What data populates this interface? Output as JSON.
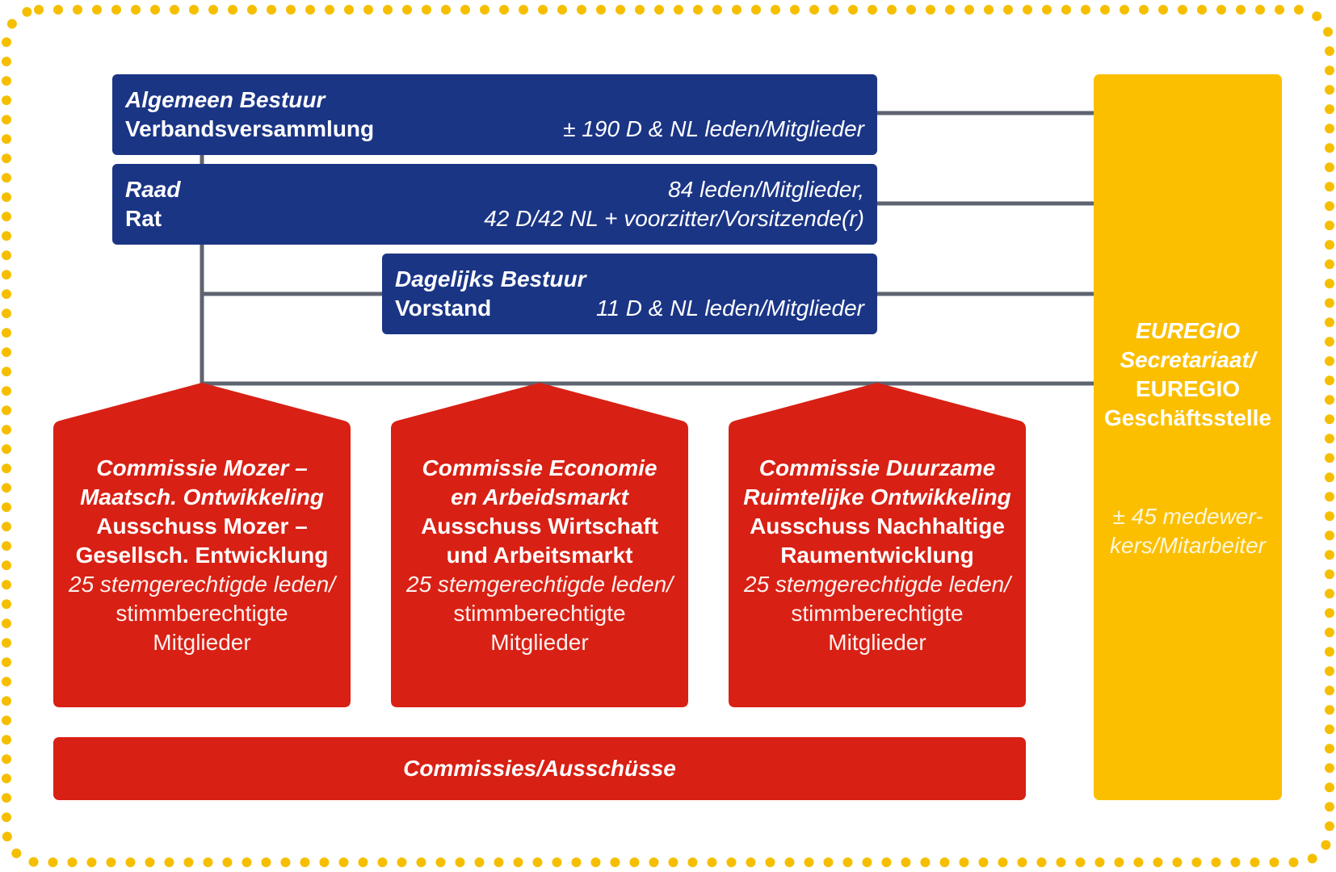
{
  "colors": {
    "governance_blue": "#1b3585",
    "commission_red": "#d82014",
    "secretariat_yellow": "#fbbf00",
    "connector_gray": "#5e6370",
    "dotted_border": "#f5bf00"
  },
  "algemeen_bestuur": {
    "title_nl": "Algemeen Bestuur",
    "title_de": "Verbandsversammlung",
    "members": "± 190 D & NL leden/Mitglieder"
  },
  "raad": {
    "title_nl": "Raad",
    "title_de": "Rat",
    "members_line1": "84 leden/Mitglieder,",
    "members_line2": "42 D/42 NL + voorzitter/Vorsitzende(r)"
  },
  "dagelijks_bestuur": {
    "title_nl": "Dagelijks Bestuur",
    "title_de": "Vorstand",
    "members": "11 D & NL leden/Mitglieder"
  },
  "commissions": [
    {
      "nl_line1": "Commissie Mozer –",
      "nl_line2": "Maatsch. Ontwikkeling",
      "de_line1": "Ausschuss Mozer –",
      "de_line2": "Gesellsch. Entwicklung",
      "members_line1": "25 stemgerechtigde leden/",
      "members_line2": "stimmberechtigte",
      "members_line3": "Mitglieder"
    },
    {
      "nl_line1": "Commissie Economie",
      "nl_line2": "en Arbeidsmarkt",
      "de_line1": "Ausschuss Wirtschaft",
      "de_line2": "und Arbeitsmarkt",
      "members_line1": "25 stemgerechtigde leden/",
      "members_line2": "stimmberechtigte",
      "members_line3": "Mitglieder"
    },
    {
      "nl_line1": "Commissie Duurzame",
      "nl_line2": "Ruimtelijke Ontwikkeling",
      "de_line1": "Ausschuss Nachhaltige",
      "de_line2": "Raumentwicklung",
      "members_line1": "25 stemgerechtigde leden/",
      "members_line2": "stimmberechtigte",
      "members_line3": "Mitglieder"
    }
  ],
  "commissies_bar": {
    "label": "Commissies/Ausschüsse"
  },
  "secretariat": {
    "line1": "EUREGIO",
    "line2": "Secretariaat/",
    "line3": "EUREGIO",
    "line4": "Geschäftsstelle",
    "staff_line1": "± 45 medewer-",
    "staff_line2": "kers/Mitarbeiter"
  }
}
